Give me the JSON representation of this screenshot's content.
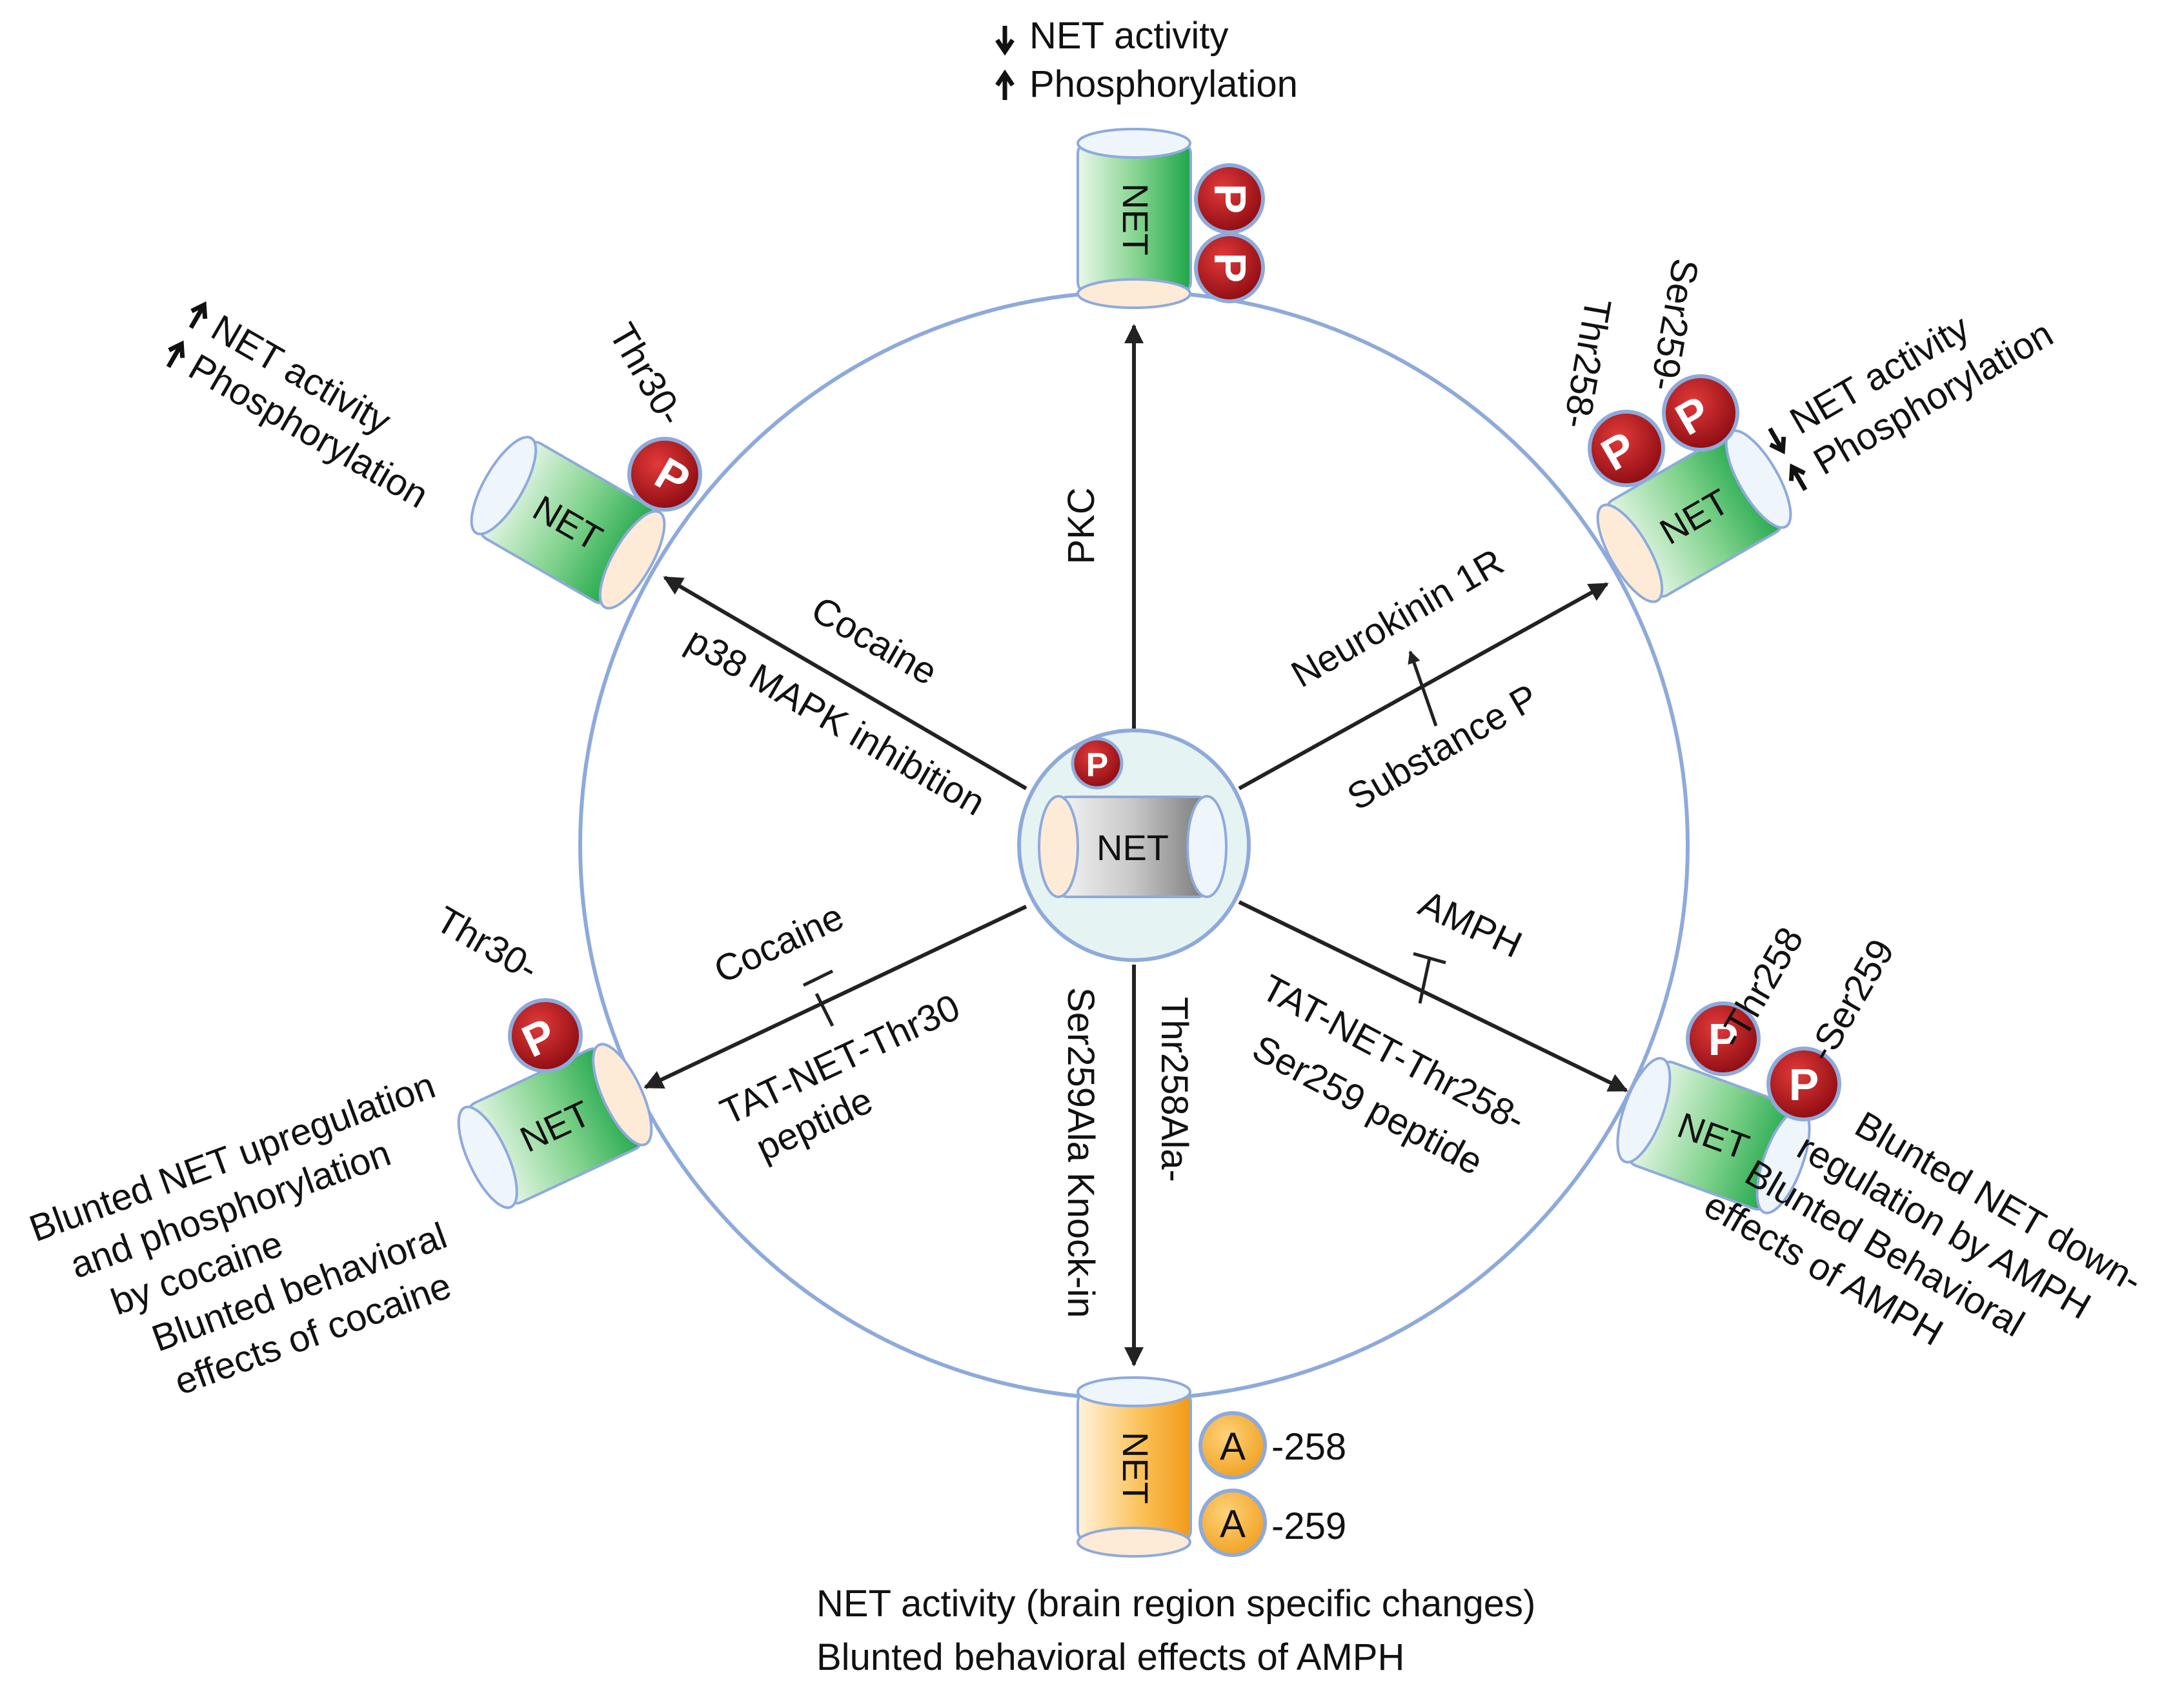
{
  "center": {
    "net_label": "NET",
    "phospho_label": "P"
  },
  "pkc": {
    "pathway": "PKC",
    "net_label": "NET",
    "phospho_label": "P",
    "effects": [
      "NET activity",
      "Phosphorylation"
    ],
    "effect_directions": [
      "down",
      "up"
    ]
  },
  "p38": {
    "pathway_top": "Cocaine",
    "pathway_bottom": "p38 MAPK inhibition",
    "net_label": "NET",
    "site": "Thr30-",
    "phospho_label": "P",
    "effects": [
      "NET activity",
      "Phosphorylation"
    ],
    "effect_directions": [
      "up",
      "up"
    ]
  },
  "substance_p": {
    "receptor": "Neurokinin 1R",
    "ligand": "Substance P",
    "net_label": "NET",
    "sites": [
      "Thr258-",
      "Ser259-"
    ],
    "phospho_label": "P",
    "effects": [
      "NET activity",
      "Phosphorylation"
    ],
    "effect_directions": [
      "down",
      "up"
    ]
  },
  "tat_thr30": {
    "drug": "Cocaine",
    "peptide_lines": [
      "TAT-NET-Thr30",
      "peptide"
    ],
    "net_label": "NET",
    "site": "Thr30-",
    "phospho_label": "P",
    "outcomes": [
      "Blunted NET upregulation",
      "and phosphorylation",
      "by cocaine",
      "Blunted behavioral",
      "effects of cocaine"
    ]
  },
  "knockin": {
    "line1": "Thr258Ala-",
    "line2": "Ser259Ala Knock-in",
    "net_label": "NET",
    "residue_label": "A",
    "sites": [
      "-258",
      "-259"
    ],
    "outcomes": [
      "NET activity (brain region specific changes)",
      "Blunted behavioral effects of AMPH"
    ]
  },
  "tat_thr258": {
    "drug": "AMPH",
    "peptide_lines": [
      "TAT-NET-Thr258-",
      "Ser259 peptide"
    ],
    "net_label": "NET",
    "sites": [
      "-Thr258",
      "-Ser259"
    ],
    "phospho_label": "P",
    "outcomes": [
      "Blunted NET down-",
      "regulation by AMPH",
      "Blunted Behavioral",
      "effects of AMPH"
    ]
  },
  "colors": {
    "ring": "#8eaadb",
    "net_green": "#2eb85c",
    "net_gray": "#8c8c8c",
    "net_orange": "#f5a623",
    "phospho_red": "#b5121b",
    "cap_fill": "#fdebd8"
  }
}
